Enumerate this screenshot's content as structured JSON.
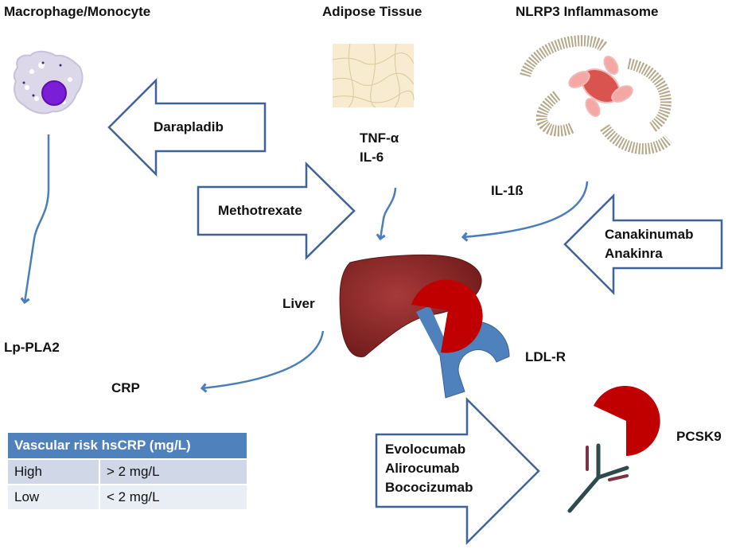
{
  "labels": {
    "macrophage": "Macrophage/Monocyte",
    "adipose": "Adipose Tissue",
    "nlrp3": "NLRP3 Inflammasome",
    "tnf_il6": "TNF-α\nIL-6",
    "il1b": "IL-1ß",
    "liver": "Liver",
    "lp_pla2": "Lp-PLA2",
    "crp": "CRP",
    "ldlr": "LDL-R",
    "pcsk9": "PCSK9"
  },
  "drugs": {
    "darapladib": "Darapladib",
    "methotrexate": "Methotrexate",
    "canakinumab_anakinra": "Canakinumab\nAnakinra",
    "pcsk9_inhibitors": "Evolocumab\nAlirocumab\nBococizumab"
  },
  "risk_table": {
    "header": "Vascular risk hsCRP (mg/L)",
    "rows": [
      {
        "level": "High",
        "threshold": "> 2 mg/L"
      },
      {
        "level": "Low",
        "threshold": "< 2 mg/L"
      }
    ]
  },
  "colors": {
    "arrow_outline": "#3f6394",
    "flow_arrow": "#4a7ebb",
    "pcsk9_red": "#c00000",
    "ldlr_blue": "#4f81bd",
    "liver": "#8b2323",
    "table_header": "#4f81bd"
  }
}
